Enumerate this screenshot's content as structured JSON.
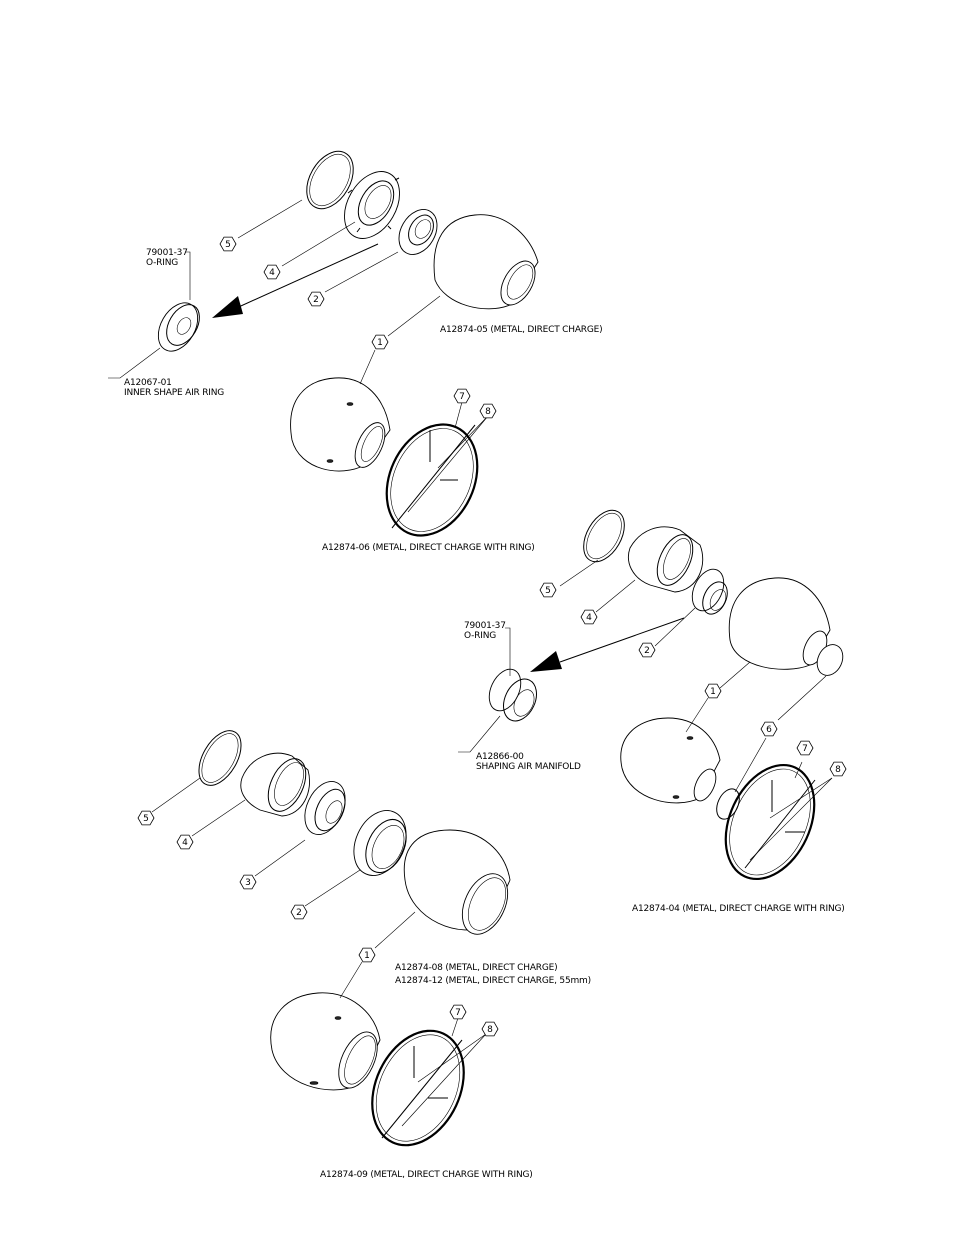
{
  "callouts": {
    "c1": "1",
    "c2": "2",
    "c3": "3",
    "c4": "4",
    "c5": "5",
    "c6": "6",
    "c7": "7",
    "c8": "8"
  },
  "labels": {
    "oring_top_num": "79001-37",
    "oring_top_name": "O-RING",
    "inner_ring_num": "A12067-01",
    "inner_ring_name": "INNER SHAPE AIR RING",
    "top_05": "A12874-05 (METAL, DIRECT CHARGE)",
    "top_06": "A12874-06 (METAL, DIRECT CHARGE WITH RING)",
    "oring_mid_num": "79001-37",
    "oring_mid_name": "O-RING",
    "manifold_num": "A12866-00",
    "manifold_name": "SHAPING AIR MANIFOLD",
    "mid_04": "A12874-04 (METAL, DIRECT CHARGE WITH RING)",
    "bot_08": "A12874-08 (METAL, DIRECT CHARGE)",
    "bot_12": "A12874-12 (METAL, DIRECT CHARGE, 55mm)",
    "bot_09": "A12874-09 (METAL, DIRECT CHARGE WITH RING)"
  }
}
